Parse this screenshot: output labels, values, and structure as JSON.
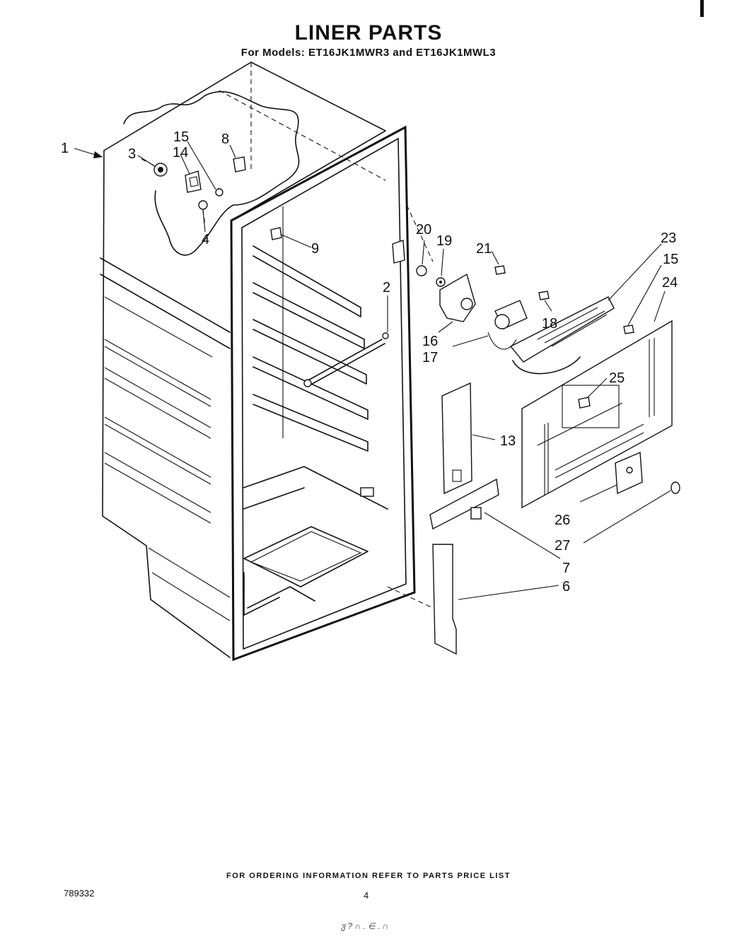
{
  "header": {
    "title": "LINER PARTS",
    "subtitle": "For Models: ET16JK1MWR3 and ET16JK1MWL3"
  },
  "footer": {
    "ordering_note": "FOR ORDERING INFORMATION REFER TO PARTS PRICE LIST",
    "catalog_number": "789332",
    "page_number": "4",
    "handwritten_mark": "ვ ? ∩ . ∈ . ∩"
  },
  "callouts": {
    "c1": "1",
    "c2": "2",
    "c3": "3",
    "c4": "4",
    "c6": "6",
    "c7": "7",
    "c8": "8",
    "c9": "9",
    "c13": "13",
    "c14": "14",
    "c15a": "15",
    "c15b": "15",
    "c16": "16",
    "c17": "17",
    "c18": "18",
    "c19": "19",
    "c20": "20",
    "c21": "21",
    "c23": "23",
    "c24": "24",
    "c25": "25",
    "c26": "26",
    "c27": "27"
  }
}
